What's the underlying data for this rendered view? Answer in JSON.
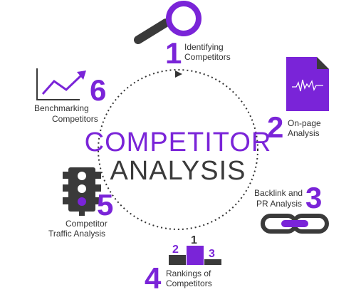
{
  "colors": {
    "accent": "#7a24d8",
    "dark": "#3a3a3a",
    "text": "#333333"
  },
  "center": {
    "title_line1": "COMPETITOR",
    "title_line2": "ANALYSIS"
  },
  "steps": [
    {
      "number": "1",
      "label_lines": [
        "Identifying",
        "Competitors"
      ],
      "icon": "magnifying-glass-icon"
    },
    {
      "number": "2",
      "label_lines": [
        "On-page",
        "Analysis"
      ],
      "icon": "document-icon"
    },
    {
      "number": "3",
      "label_lines": [
        "Backlink and",
        "PR Analysis"
      ],
      "icon": "chain-link-icon"
    },
    {
      "number": "4",
      "label_lines": [
        "Rankings of",
        "Competitors"
      ],
      "icon": "podium-icon"
    },
    {
      "number": "5",
      "label_lines": [
        "Competitor",
        "Traffic Analysis"
      ],
      "icon": "traffic-light-icon"
    },
    {
      "number": "6",
      "label_lines": [
        "Benchmarking",
        "Competitors"
      ],
      "icon": "trend-chart-icon"
    }
  ],
  "podium": {
    "first": "1",
    "second": "2",
    "third": "3"
  }
}
